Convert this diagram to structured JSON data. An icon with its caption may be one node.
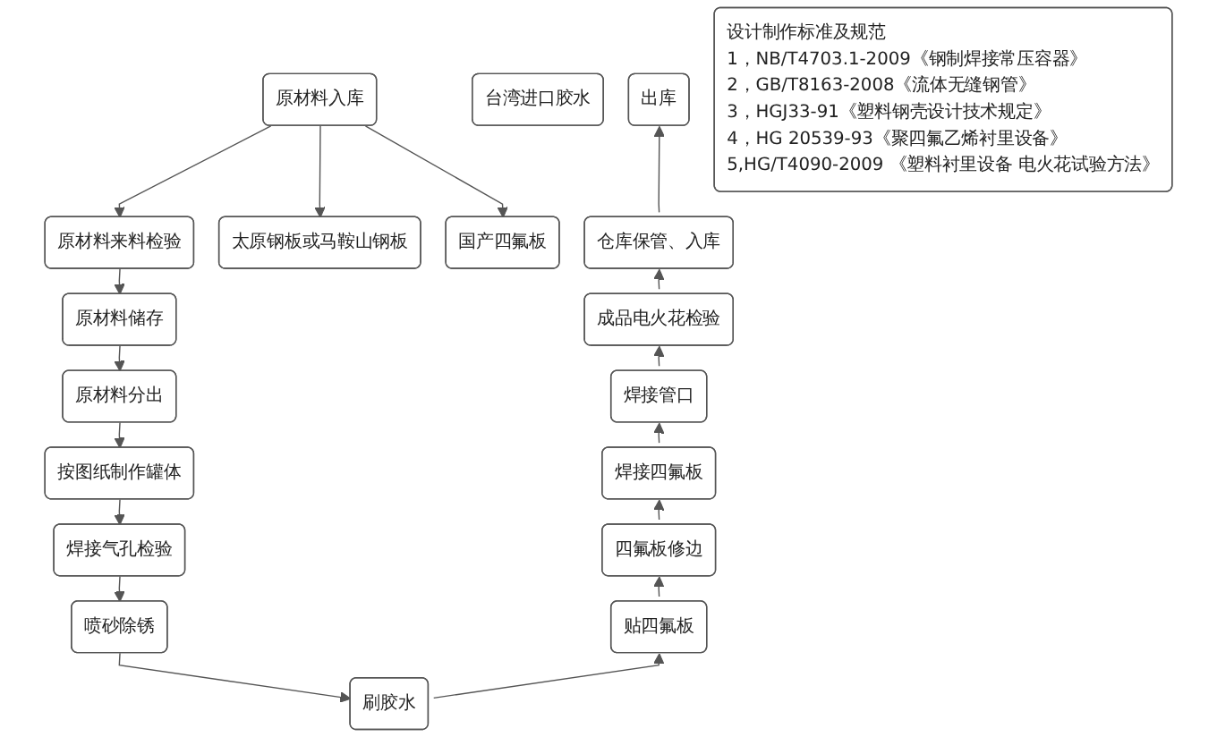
{
  "diagram": {
    "nodes": [
      {
        "text": [
          "原材料入库"
        ]
      },
      {
        "text": [
          "原材料来料检验"
        ]
      },
      {
        "text": [
          "原材料储存"
        ]
      },
      {
        "text": [
          "原材料分出"
        ]
      },
      {
        "text": [
          "按图纸制作罐体"
        ]
      },
      {
        "text": [
          "太原钢板或马鞍山钢板"
        ]
      },
      {
        "text": [
          "台湾进口胶水"
        ]
      },
      {
        "text": [
          "国产四氟板"
        ]
      },
      {
        "text": [
          "设计制作标准及规范",
          "1，NB/T4703.1-2009《钢制焊接常压容器》",
          "2，GB/T8163-2008《流体无缝钢管》",
          "3，HGJ33-91《塑料钢壳设计技术规定》",
          "4，HG 20539-93《聚四氟乙烯衬里设备》",
          "5,HG/T4090-2009 《塑料衬里设备 电火花试验方法》"
        ]
      },
      {
        "text": [
          "焊接气孔检验"
        ]
      },
      {
        "text": [
          "喷砂除锈"
        ]
      },
      {
        "text": [
          "刷胶水"
        ]
      },
      {
        "text": [
          "贴四氟板"
        ]
      },
      {
        "text": [
          "四氟板修边"
        ]
      },
      {
        "text": [
          "焊接四氟板"
        ]
      },
      {
        "text": [
          "焊接管口"
        ]
      },
      {
        "text": [
          "成品电火花检验"
        ]
      },
      {
        "text": [
          "仓库保管、入库"
        ]
      },
      {
        "text": [
          "出库"
        ]
      }
    ],
    "edges": [
      {
        "from": 0,
        "to": 1,
        "arrow": "to"
      },
      {
        "from": 1,
        "to": 2,
        "arrow": "to"
      },
      {
        "from": 2,
        "to": 3,
        "arrow": "to"
      },
      {
        "from": 3,
        "to": 4,
        "arrow": "to"
      },
      {
        "from": 0,
        "to": 5,
        "arrow": "to"
      },
      {
        "from": 0,
        "to": 7,
        "arrow": "to"
      },
      {
        "from": 4,
        "to": 9,
        "arrow": "to"
      },
      {
        "from": 9,
        "to": 10,
        "arrow": "to"
      },
      {
        "from": 10,
        "to": 11,
        "arrow": "to"
      },
      {
        "from": 11,
        "to": 12,
        "arrow": "to"
      },
      {
        "from": 12,
        "to": 13,
        "arrow": "to"
      },
      {
        "from": 13,
        "to": 14,
        "arrow": "to"
      },
      {
        "from": 14,
        "to": 15,
        "arrow": "to"
      },
      {
        "from": 15,
        "to": 16,
        "arrow": "to"
      },
      {
        "from": 16,
        "to": 17,
        "arrow": "to"
      },
      {
        "from": 17,
        "to": 18,
        "arrow": "to"
      }
    ]
  }
}
